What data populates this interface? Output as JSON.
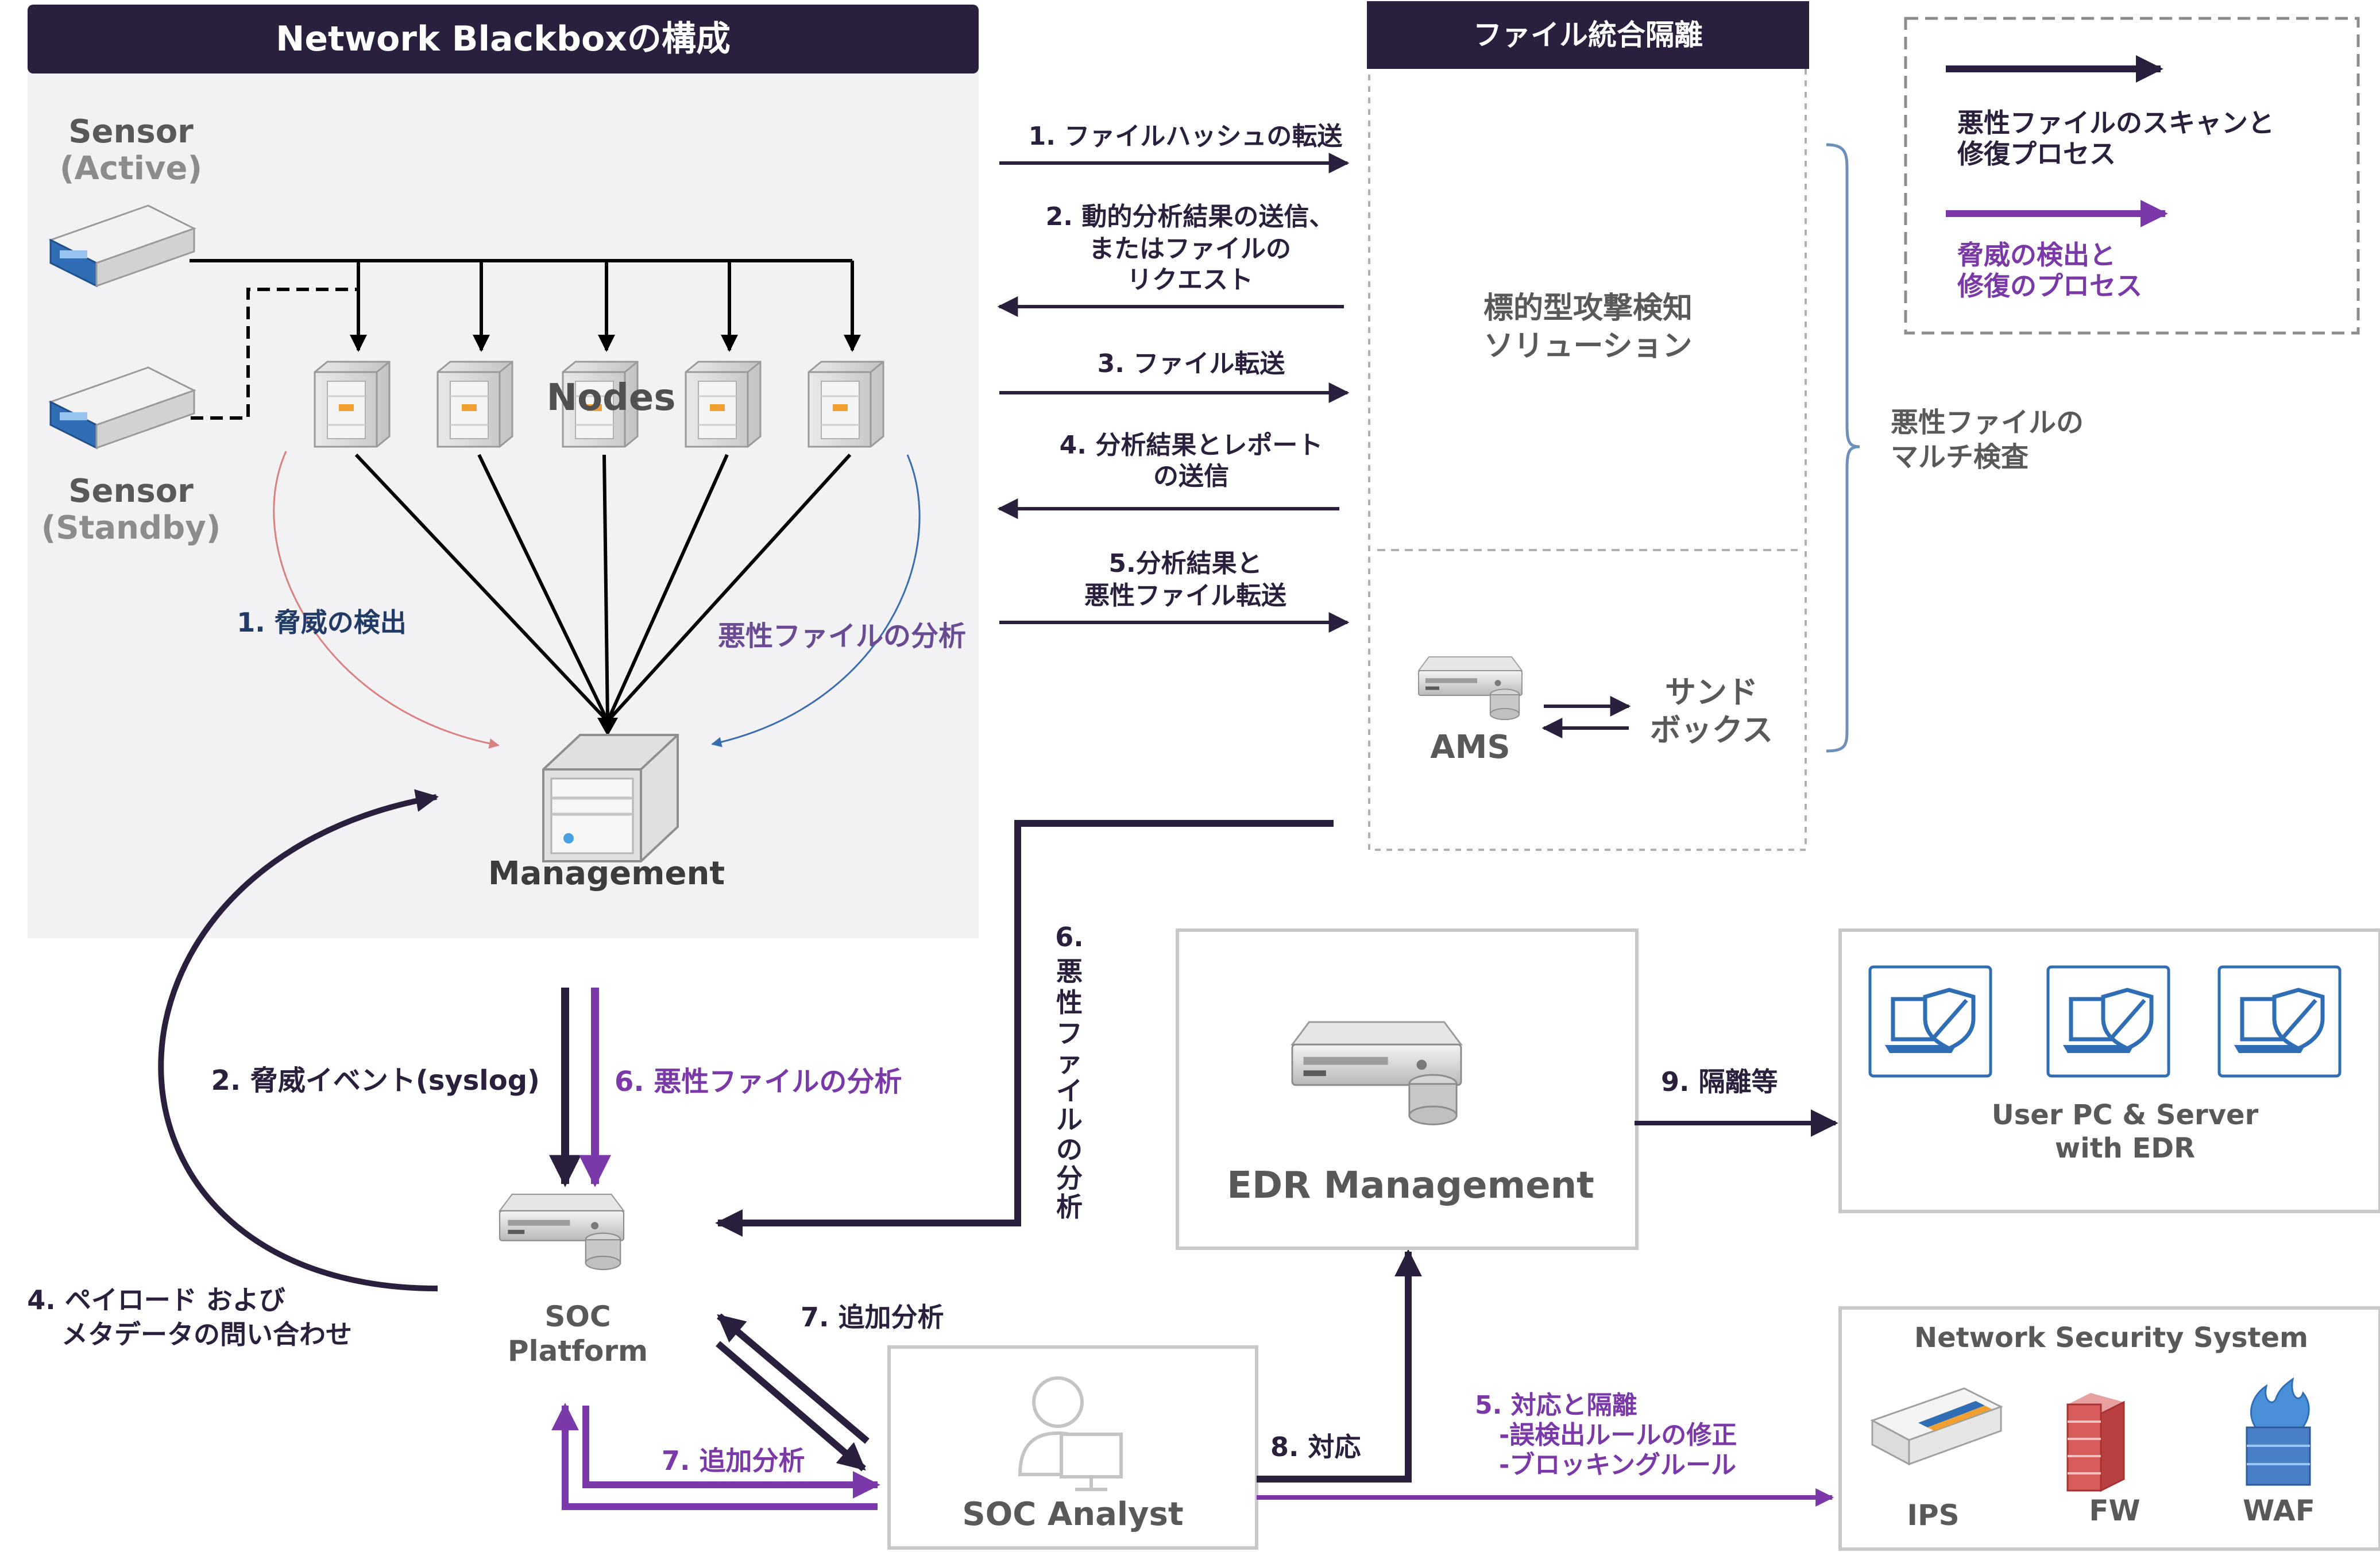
{
  "blackbox": {
    "title": "Network Blackboxの構成",
    "sensor_active": [
      "Sensor",
      "(Active)"
    ],
    "sensor_standby": [
      "Sensor",
      "(Standby)"
    ],
    "nodes": "Nodes",
    "management": "Management",
    "detect": "1. 脅威の検出",
    "analysis": "悪性ファイルの分析"
  },
  "file_panel": {
    "title": "ファイル統合隔離",
    "solution": [
      "標的型攻撃検知",
      "ソリューション"
    ],
    "ams": "AMS",
    "sandbox": [
      "サンド",
      "ボックス"
    ]
  },
  "exchanges": [
    [
      "1. ファイルハッシュの転送"
    ],
    [
      "2. 動的分析結果の送信、",
      "またはファイルの",
      "リクエスト"
    ],
    [
      "3. ファイル転送"
    ],
    [
      "4. 分析結果とレポート",
      "の送信"
    ],
    [
      "5.分析結果と",
      "悪性ファイル転送"
    ]
  ],
  "legend": {
    "dark": [
      "悪性ファイルのスキャンと",
      "修復プロセス"
    ],
    "purple": [
      "脅威の検出と",
      "修復のプロセス"
    ],
    "bracket": [
      "悪性ファイルの",
      "マルチ検査"
    ]
  },
  "flow": {
    "threat_event": "2. 脅威イベント(syslog)",
    "malware_analysis": "6. 悪性ファイルの分析",
    "vertical": [
      "6.",
      "悪",
      "性",
      "フ",
      "ァ",
      "イ",
      "ル",
      "の",
      "分",
      "析"
    ],
    "payload_query": [
      "4. ペイロード および",
      "メタデータの問い合わせ"
    ],
    "soc_platform": [
      "SOC",
      "Platform"
    ],
    "add_analysis_top": "7. 追加分析",
    "add_analysis_bottom": "7. 追加分析",
    "soc_analyst": "SOC Analyst",
    "response": "8. 対応",
    "response_isolation": [
      "5. 対応と隔離",
      "-誤検出ルールの修正",
      "-ブロッキングルール"
    ],
    "isolation": "9. 隔離等",
    "edr_management": "EDR Management",
    "endpoints": [
      "User PC & Server",
      "with EDR"
    ],
    "nss_title": "Network Security System",
    "nss_items": [
      "IPS",
      "FW",
      "WAF"
    ]
  },
  "colors": {
    "dark": "#2a1f3d",
    "purple": "#7a38a8",
    "panel": "#f2f2f4",
    "red_curve": "#d98080",
    "blue_curve": "#3a6db0"
  }
}
